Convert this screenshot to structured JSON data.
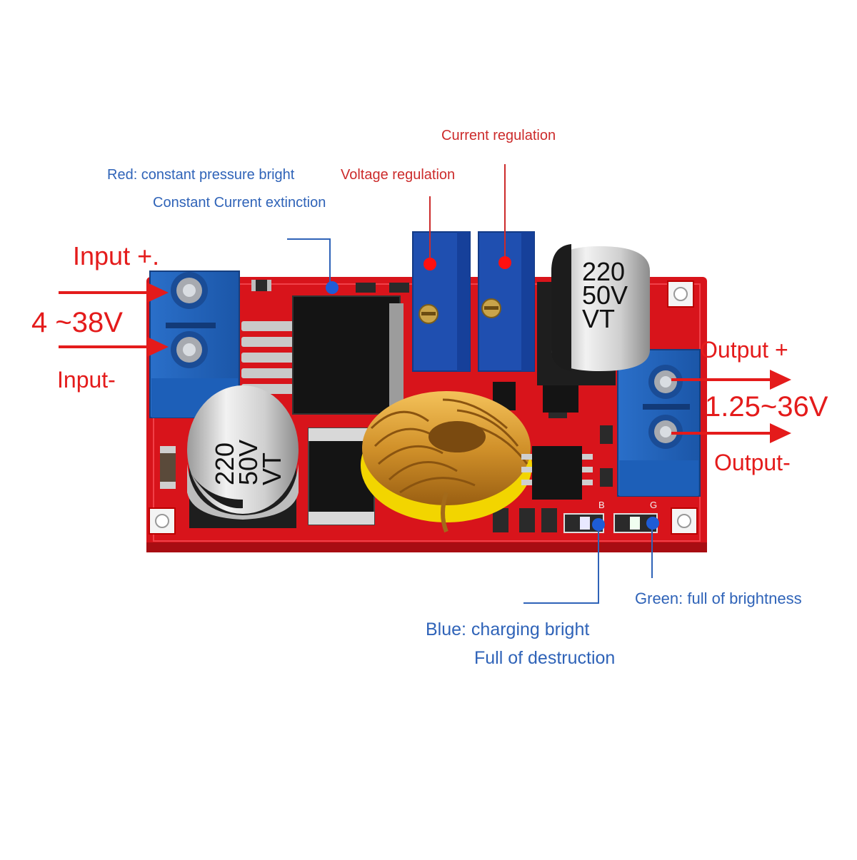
{
  "labels": {
    "current_regulation": "Current regulation",
    "voltage_regulation": "Voltage regulation",
    "red_led_line1": "Red: constant pressure bright",
    "red_led_line2": "Constant Current extinction",
    "input_plus": "Input +.",
    "input_voltage": "4 ~38V",
    "input_minus": "Input-",
    "output_plus": "Output +",
    "output_voltage": "1.25~36V",
    "output_minus": "Output-",
    "green_led": "Green: full of brightness",
    "blue_led_line1": "Blue: charging bright",
    "blue_led_line2": "Full of destruction"
  },
  "capacitor_left": {
    "line1": "220",
    "line2": "50V",
    "line3": "VT"
  },
  "capacitor_right": {
    "line1": "220",
    "line2": "50V",
    "line3": "VT"
  },
  "led_markers": {
    "blue": "B",
    "green": "G"
  },
  "colors": {
    "pcb": "#d8141b",
    "terminal": "#2a6fc9",
    "potentiometer": "#1f4fb0",
    "coil": "#d39a2a",
    "label_blue": "#2f63b8",
    "label_red": "#e41b1b",
    "indicator_dot_red": "#ff1010",
    "indicator_dot_blue": "#1e5cd6"
  }
}
